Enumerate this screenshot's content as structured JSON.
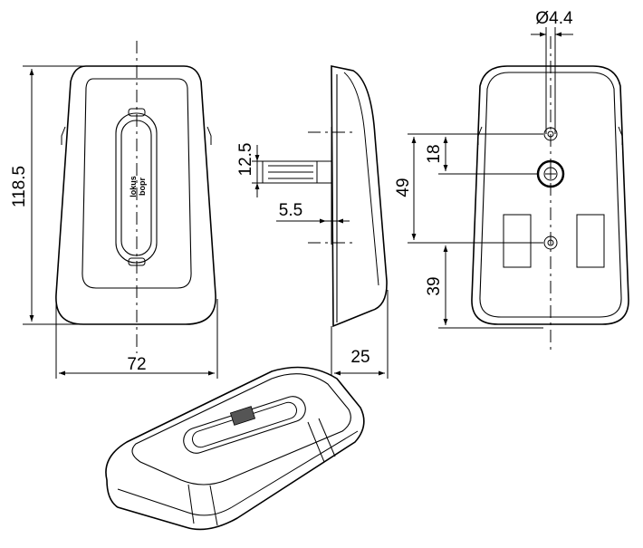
{
  "dimensions": {
    "front_height": "118.5",
    "front_width": "72",
    "side_depth": "25",
    "side_stem_height": "12.5",
    "side_stem_offset": "5.5",
    "hole_diameter": "Ø4.4",
    "rear_hole_gap": "18",
    "rear_hole_span": "49",
    "rear_bottom_offset": "39"
  },
  "logo": {
    "line1": "lokus",
    "line2": "bopr"
  },
  "colors": {
    "line": "#000000",
    "background": "#ffffff"
  }
}
